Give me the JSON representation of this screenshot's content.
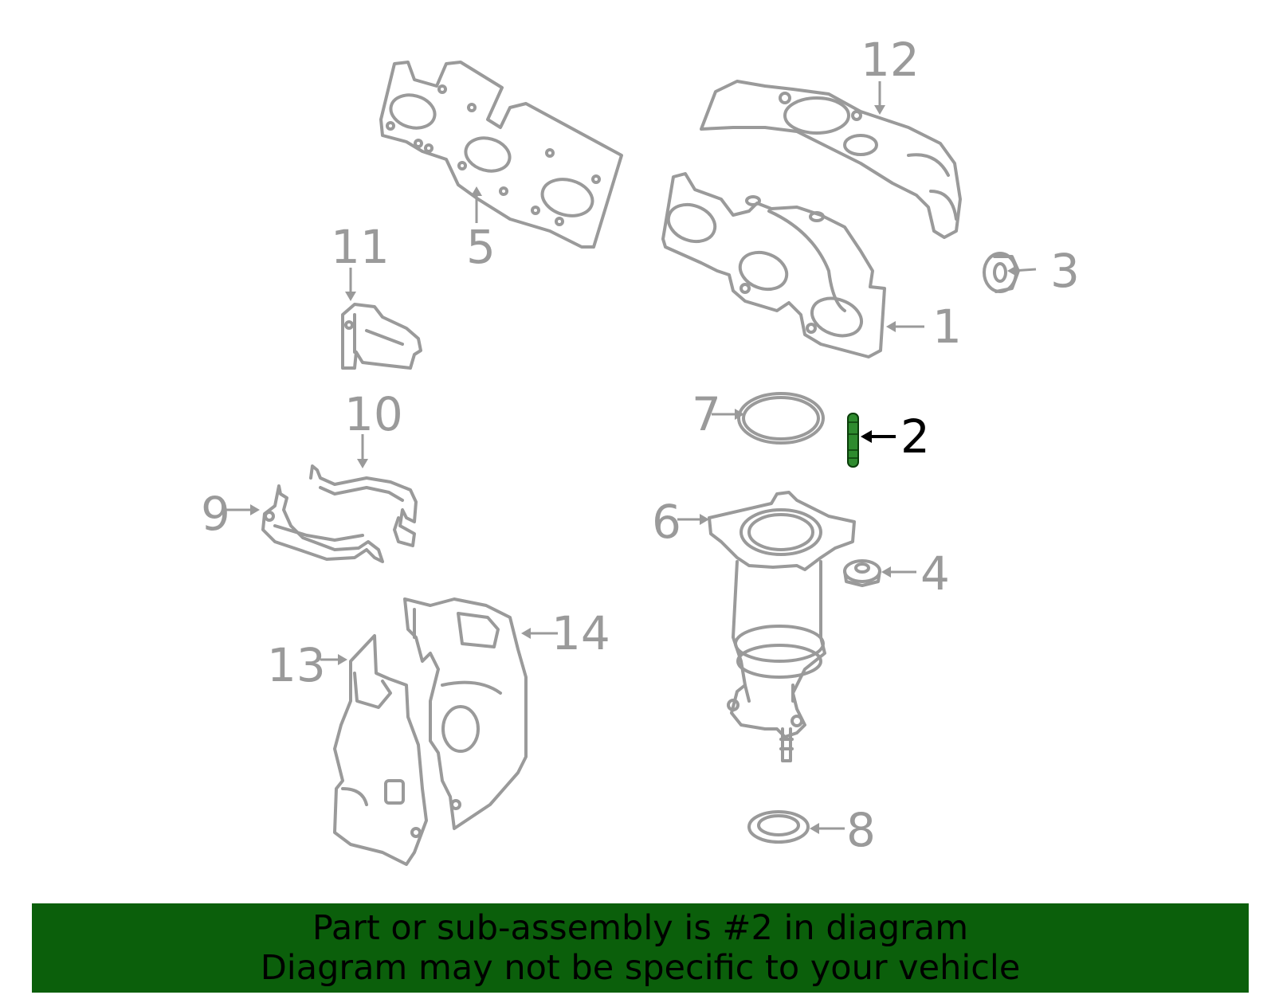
{
  "callouts": {
    "c1": "1",
    "c2": "2",
    "c3": "3",
    "c4": "4",
    "c5": "5",
    "c6": "6",
    "c7": "7",
    "c8": "8",
    "c9": "9",
    "c10": "10",
    "c11": "11",
    "c12": "12",
    "c13": "13",
    "c14": "14"
  },
  "highlighted_part": "2",
  "colors": {
    "part_stroke": "#9a9a9a",
    "highlight": "#2e8b2e",
    "banner": "#0b5f0b",
    "banner_text": "#000000"
  },
  "banner": {
    "line1": "Part or sub-assembly is #2 in diagram",
    "line2": "Diagram may not be specific to your vehicle"
  }
}
